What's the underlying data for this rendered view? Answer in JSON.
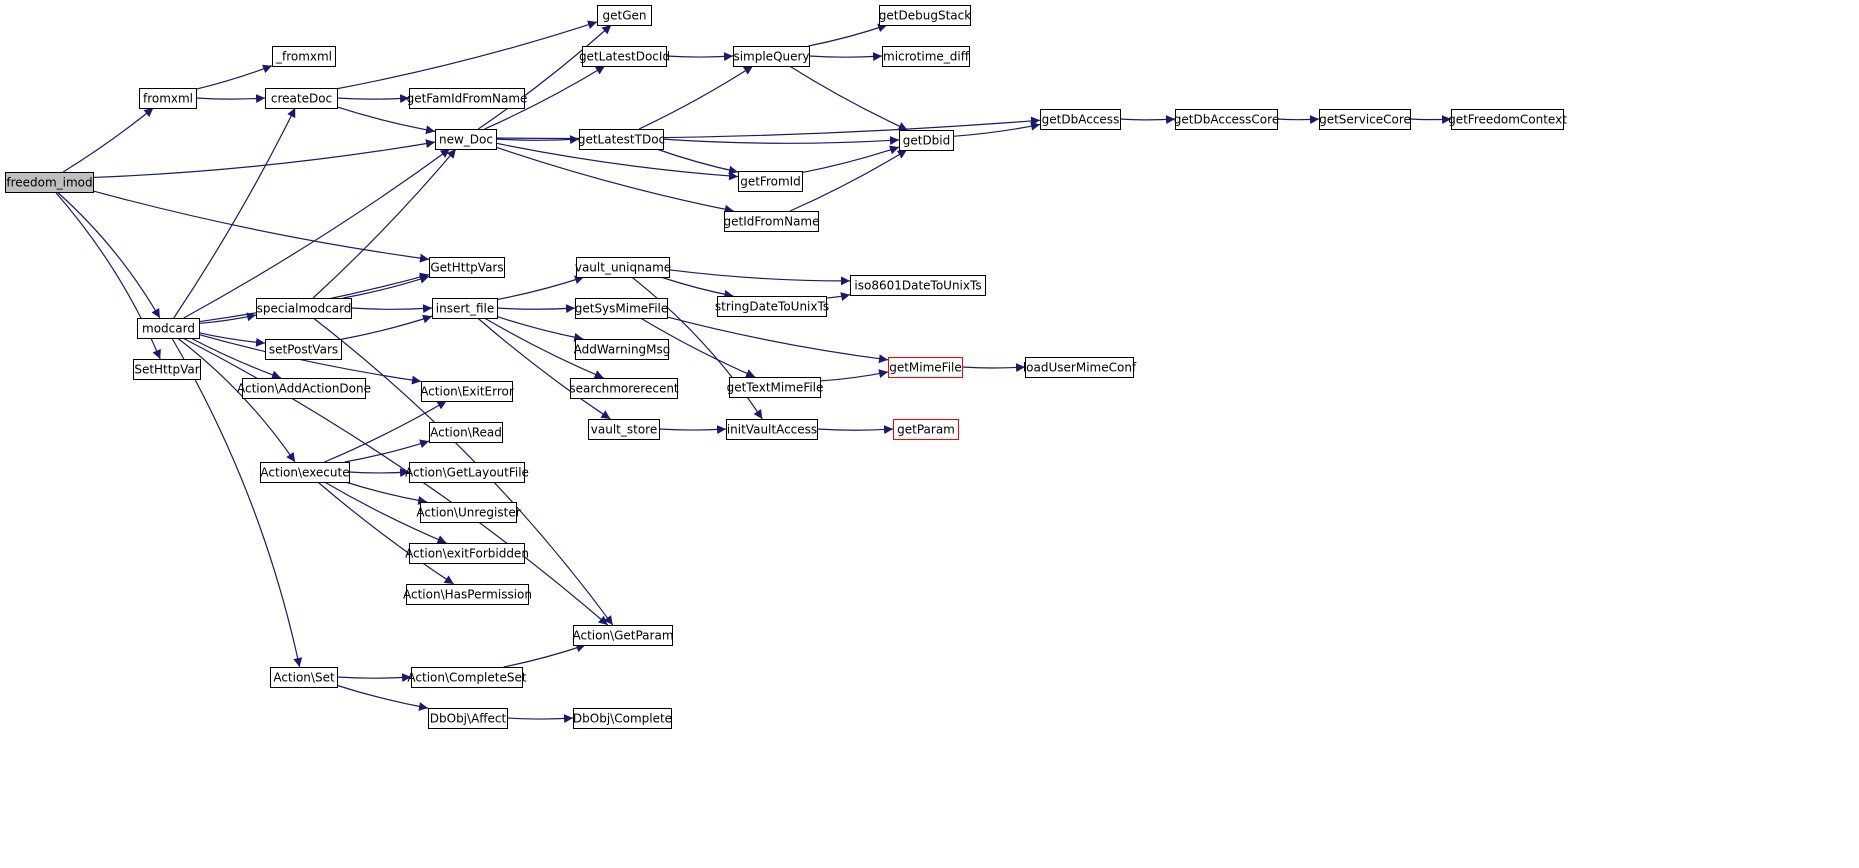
{
  "diagram": {
    "type": "call-graph",
    "colors": {
      "edge": "#191970",
      "root_fill": "#bfbfbf",
      "truncated_border": "#ff0000"
    },
    "nodes": [
      {
        "id": "freedom_imod",
        "label": "freedom_imod",
        "style": "root"
      },
      {
        "id": "_fromxml",
        "label": "_fromxml"
      },
      {
        "id": "fromxml",
        "label": "fromxml"
      },
      {
        "id": "createDoc",
        "label": "createDoc"
      },
      {
        "id": "getGen",
        "label": "getGen"
      },
      {
        "id": "getFamIdFromName",
        "label": "getFamIdFromName"
      },
      {
        "id": "new_Doc",
        "label": "new_Doc"
      },
      {
        "id": "getLatestDocId",
        "label": "getLatestDocId"
      },
      {
        "id": "simpleQuery",
        "label": "simpleQuery"
      },
      {
        "id": "getDebugStack",
        "label": "getDebugStack"
      },
      {
        "id": "microtime_diff",
        "label": "microtime_diff"
      },
      {
        "id": "getLatestTDoc",
        "label": "getLatestTDoc"
      },
      {
        "id": "getDbid",
        "label": "getDbid"
      },
      {
        "id": "getDbAccess",
        "label": "getDbAccess"
      },
      {
        "id": "getDbAccessCore",
        "label": "getDbAccessCore"
      },
      {
        "id": "getServiceCore",
        "label": "getServiceCore"
      },
      {
        "id": "getFreedomContext",
        "label": "getFreedomContext"
      },
      {
        "id": "getFromId",
        "label": "getFromId"
      },
      {
        "id": "getIdFromName",
        "label": "getIdFromName"
      },
      {
        "id": "GetHttpVars",
        "label": "GetHttpVars"
      },
      {
        "id": "vault_uniqname",
        "label": "vault_uniqname"
      },
      {
        "id": "iso8601DateToUnixTs",
        "label": "iso8601DateToUnixTs"
      },
      {
        "id": "stringDateToUnixTs",
        "label": "stringDateToUnixTs"
      },
      {
        "id": "specialmodcard",
        "label": "specialmodcard"
      },
      {
        "id": "insert_file",
        "label": "insert_file"
      },
      {
        "id": "getSysMimeFile",
        "label": "getSysMimeFile"
      },
      {
        "id": "modcard",
        "label": "modcard"
      },
      {
        "id": "setPostVars",
        "label": "setPostVars"
      },
      {
        "id": "AddWarningMsg",
        "label": "AddWarningMsg"
      },
      {
        "id": "SetHttpVar",
        "label": "SetHttpVar"
      },
      {
        "id": "getMimeFile",
        "label": "getMimeFile",
        "style": "red"
      },
      {
        "id": "loadUserMimeConf",
        "label": "loadUserMimeConf"
      },
      {
        "id": "ActionAddActionDone",
        "label": "Action\\AddActionDone"
      },
      {
        "id": "searchmorerecent",
        "label": "searchmorerecent"
      },
      {
        "id": "getTextMimeFile",
        "label": "getTextMimeFile"
      },
      {
        "id": "ActionExitError",
        "label": "Action\\ExitError"
      },
      {
        "id": "vault_store",
        "label": "vault_store"
      },
      {
        "id": "initVaultAccess",
        "label": "initVaultAccess"
      },
      {
        "id": "getParam",
        "label": "getParam",
        "style": "red"
      },
      {
        "id": "ActionRead",
        "label": "Action\\Read"
      },
      {
        "id": "ActionExecute",
        "label": "Action\\execute"
      },
      {
        "id": "ActionGetLayoutFile",
        "label": "Action\\GetLayoutFile"
      },
      {
        "id": "ActionUnregister",
        "label": "Action\\Unregister"
      },
      {
        "id": "ActionExitForbidden",
        "label": "Action\\exitForbidden"
      },
      {
        "id": "ActionHasPermission",
        "label": "Action\\HasPermission"
      },
      {
        "id": "ActionGetParam",
        "label": "Action\\GetParam"
      },
      {
        "id": "ActionSet",
        "label": "Action\\Set"
      },
      {
        "id": "ActionCompleteSet",
        "label": "Action\\CompleteSet"
      },
      {
        "id": "DbObjAffect",
        "label": "DbObj\\Affect"
      },
      {
        "id": "DbObjComplete",
        "label": "DbObj\\Complete"
      }
    ],
    "edges": [
      [
        "freedom_imod",
        "fromxml"
      ],
      [
        "freedom_imod",
        "new_Doc"
      ],
      [
        "freedom_imod",
        "GetHttpVars"
      ],
      [
        "freedom_imod",
        "modcard"
      ],
      [
        "freedom_imod",
        "SetHttpVar"
      ],
      [
        "fromxml",
        "_fromxml"
      ],
      [
        "fromxml",
        "createDoc"
      ],
      [
        "createDoc",
        "getGen"
      ],
      [
        "createDoc",
        "getFamIdFromName"
      ],
      [
        "createDoc",
        "new_Doc"
      ],
      [
        "new_Doc",
        "getGen"
      ],
      [
        "new_Doc",
        "getLatestDocId"
      ],
      [
        "new_Doc",
        "getDbAccess"
      ],
      [
        "new_Doc",
        "getLatestTDoc"
      ],
      [
        "new_Doc",
        "getFromId"
      ],
      [
        "new_Doc",
        "getIdFromName"
      ],
      [
        "getLatestDocId",
        "simpleQuery"
      ],
      [
        "simpleQuery",
        "getDebugStack"
      ],
      [
        "simpleQuery",
        "microtime_diff"
      ],
      [
        "simpleQuery",
        "getDbid"
      ],
      [
        "getLatestTDoc",
        "simpleQuery"
      ],
      [
        "getLatestTDoc",
        "getDbid"
      ],
      [
        "getLatestTDoc",
        "getFromId"
      ],
      [
        "getFromId",
        "getDbid"
      ],
      [
        "getIdFromName",
        "getDbid"
      ],
      [
        "getDbid",
        "getDbAccess"
      ],
      [
        "getDbAccess",
        "getDbAccessCore"
      ],
      [
        "getDbAccessCore",
        "getServiceCore"
      ],
      [
        "getServiceCore",
        "getFreedomContext"
      ],
      [
        "modcard",
        "createDoc"
      ],
      [
        "modcard",
        "new_Doc"
      ],
      [
        "modcard",
        "GetHttpVars"
      ],
      [
        "modcard",
        "specialmodcard"
      ],
      [
        "modcard",
        "setPostVars"
      ],
      [
        "modcard",
        "ActionAddActionDone"
      ],
      [
        "modcard",
        "ActionExitError"
      ],
      [
        "modcard",
        "ActionExecute"
      ],
      [
        "modcard",
        "ActionGetParam"
      ],
      [
        "modcard",
        "ActionSet"
      ],
      [
        "specialmodcard",
        "new_Doc"
      ],
      [
        "specialmodcard",
        "GetHttpVars"
      ],
      [
        "specialmodcard",
        "insert_file"
      ],
      [
        "specialmodcard",
        "ActionGetParam"
      ],
      [
        "setPostVars",
        "insert_file"
      ],
      [
        "insert_file",
        "vault_uniqname"
      ],
      [
        "insert_file",
        "getSysMimeFile"
      ],
      [
        "insert_file",
        "AddWarningMsg"
      ],
      [
        "insert_file",
        "searchmorerecent"
      ],
      [
        "insert_file",
        "vault_store"
      ],
      [
        "vault_uniqname",
        "iso8601DateToUnixTs"
      ],
      [
        "vault_uniqname",
        "stringDateToUnixTs"
      ],
      [
        "vault_uniqname",
        "initVaultAccess"
      ],
      [
        "stringDateToUnixTs",
        "iso8601DateToUnixTs"
      ],
      [
        "getSysMimeFile",
        "getMimeFile"
      ],
      [
        "getSysMimeFile",
        "getTextMimeFile"
      ],
      [
        "getTextMimeFile",
        "getMimeFile"
      ],
      [
        "getMimeFile",
        "loadUserMimeConf"
      ],
      [
        "vault_store",
        "initVaultAccess"
      ],
      [
        "initVaultAccess",
        "getParam"
      ],
      [
        "ActionExecute",
        "ActionExitError"
      ],
      [
        "ActionExecute",
        "ActionRead"
      ],
      [
        "ActionExecute",
        "ActionGetLayoutFile"
      ],
      [
        "ActionExecute",
        "ActionUnregister"
      ],
      [
        "ActionExecute",
        "ActionExitForbidden"
      ],
      [
        "ActionExecute",
        "ActionHasPermission"
      ],
      [
        "ActionSet",
        "ActionCompleteSet"
      ],
      [
        "ActionSet",
        "DbObjAffect"
      ],
      [
        "ActionCompleteSet",
        "ActionGetParam"
      ],
      [
        "DbObjAffect",
        "DbObjComplete"
      ]
    ]
  }
}
